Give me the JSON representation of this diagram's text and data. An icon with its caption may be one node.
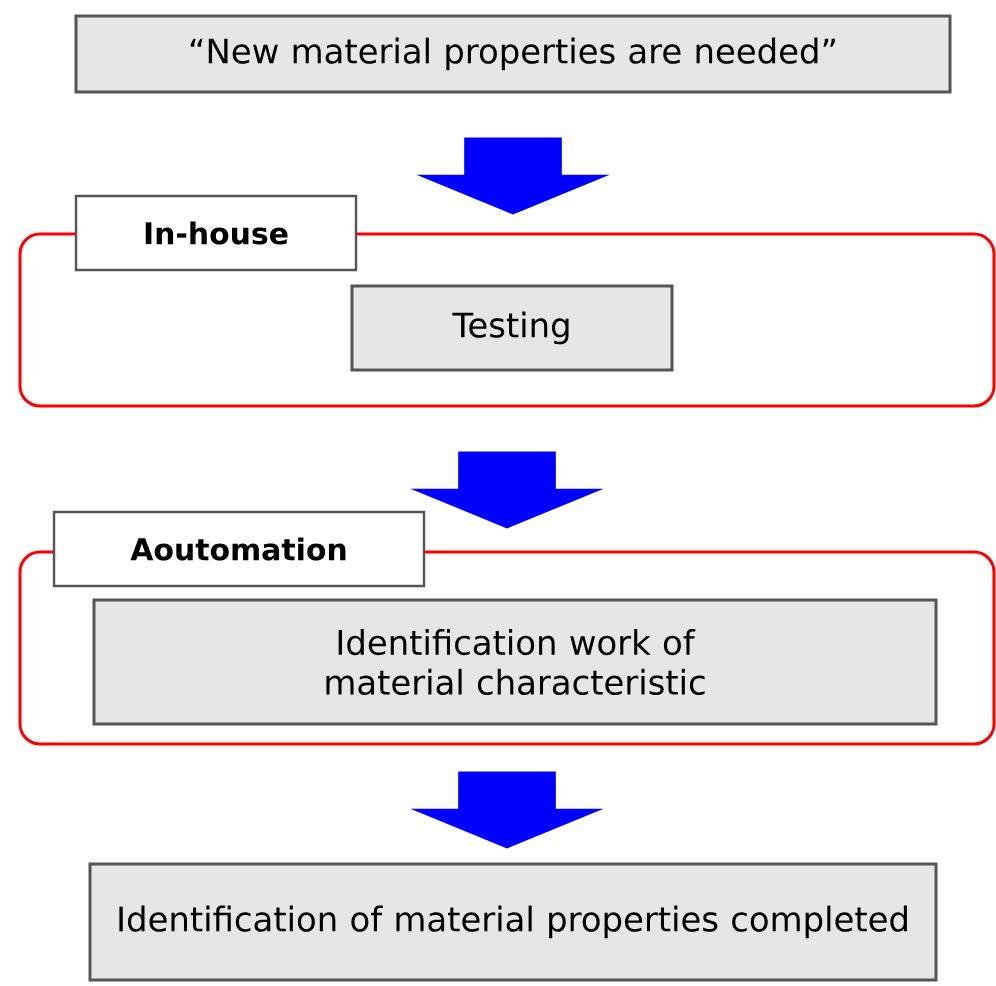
{
  "diagram": {
    "nodes": [
      {
        "text": [
          "“New material properties are needed”"
        ]
      },
      {
        "text": [
          "In-house"
        ]
      },
      {
        "text": [
          "Testing"
        ],
        "in": 1
      },
      {
        "text": [
          "Aoutomation"
        ]
      },
      {
        "text": [
          "Identification work of material characteristic"
        ],
        "in": 3
      },
      {
        "text": [
          "Identification of material properties completed"
        ]
      }
    ],
    "edges": [
      {
        "from": 0,
        "to": 1,
        "arrow": "to",
        "style": "thick"
      },
      {
        "from": 1,
        "to": 3,
        "arrow": "to",
        "style": "thick"
      },
      {
        "from": 3,
        "to": 5,
        "arrow": "to",
        "style": "thick"
      }
    ]
  }
}
